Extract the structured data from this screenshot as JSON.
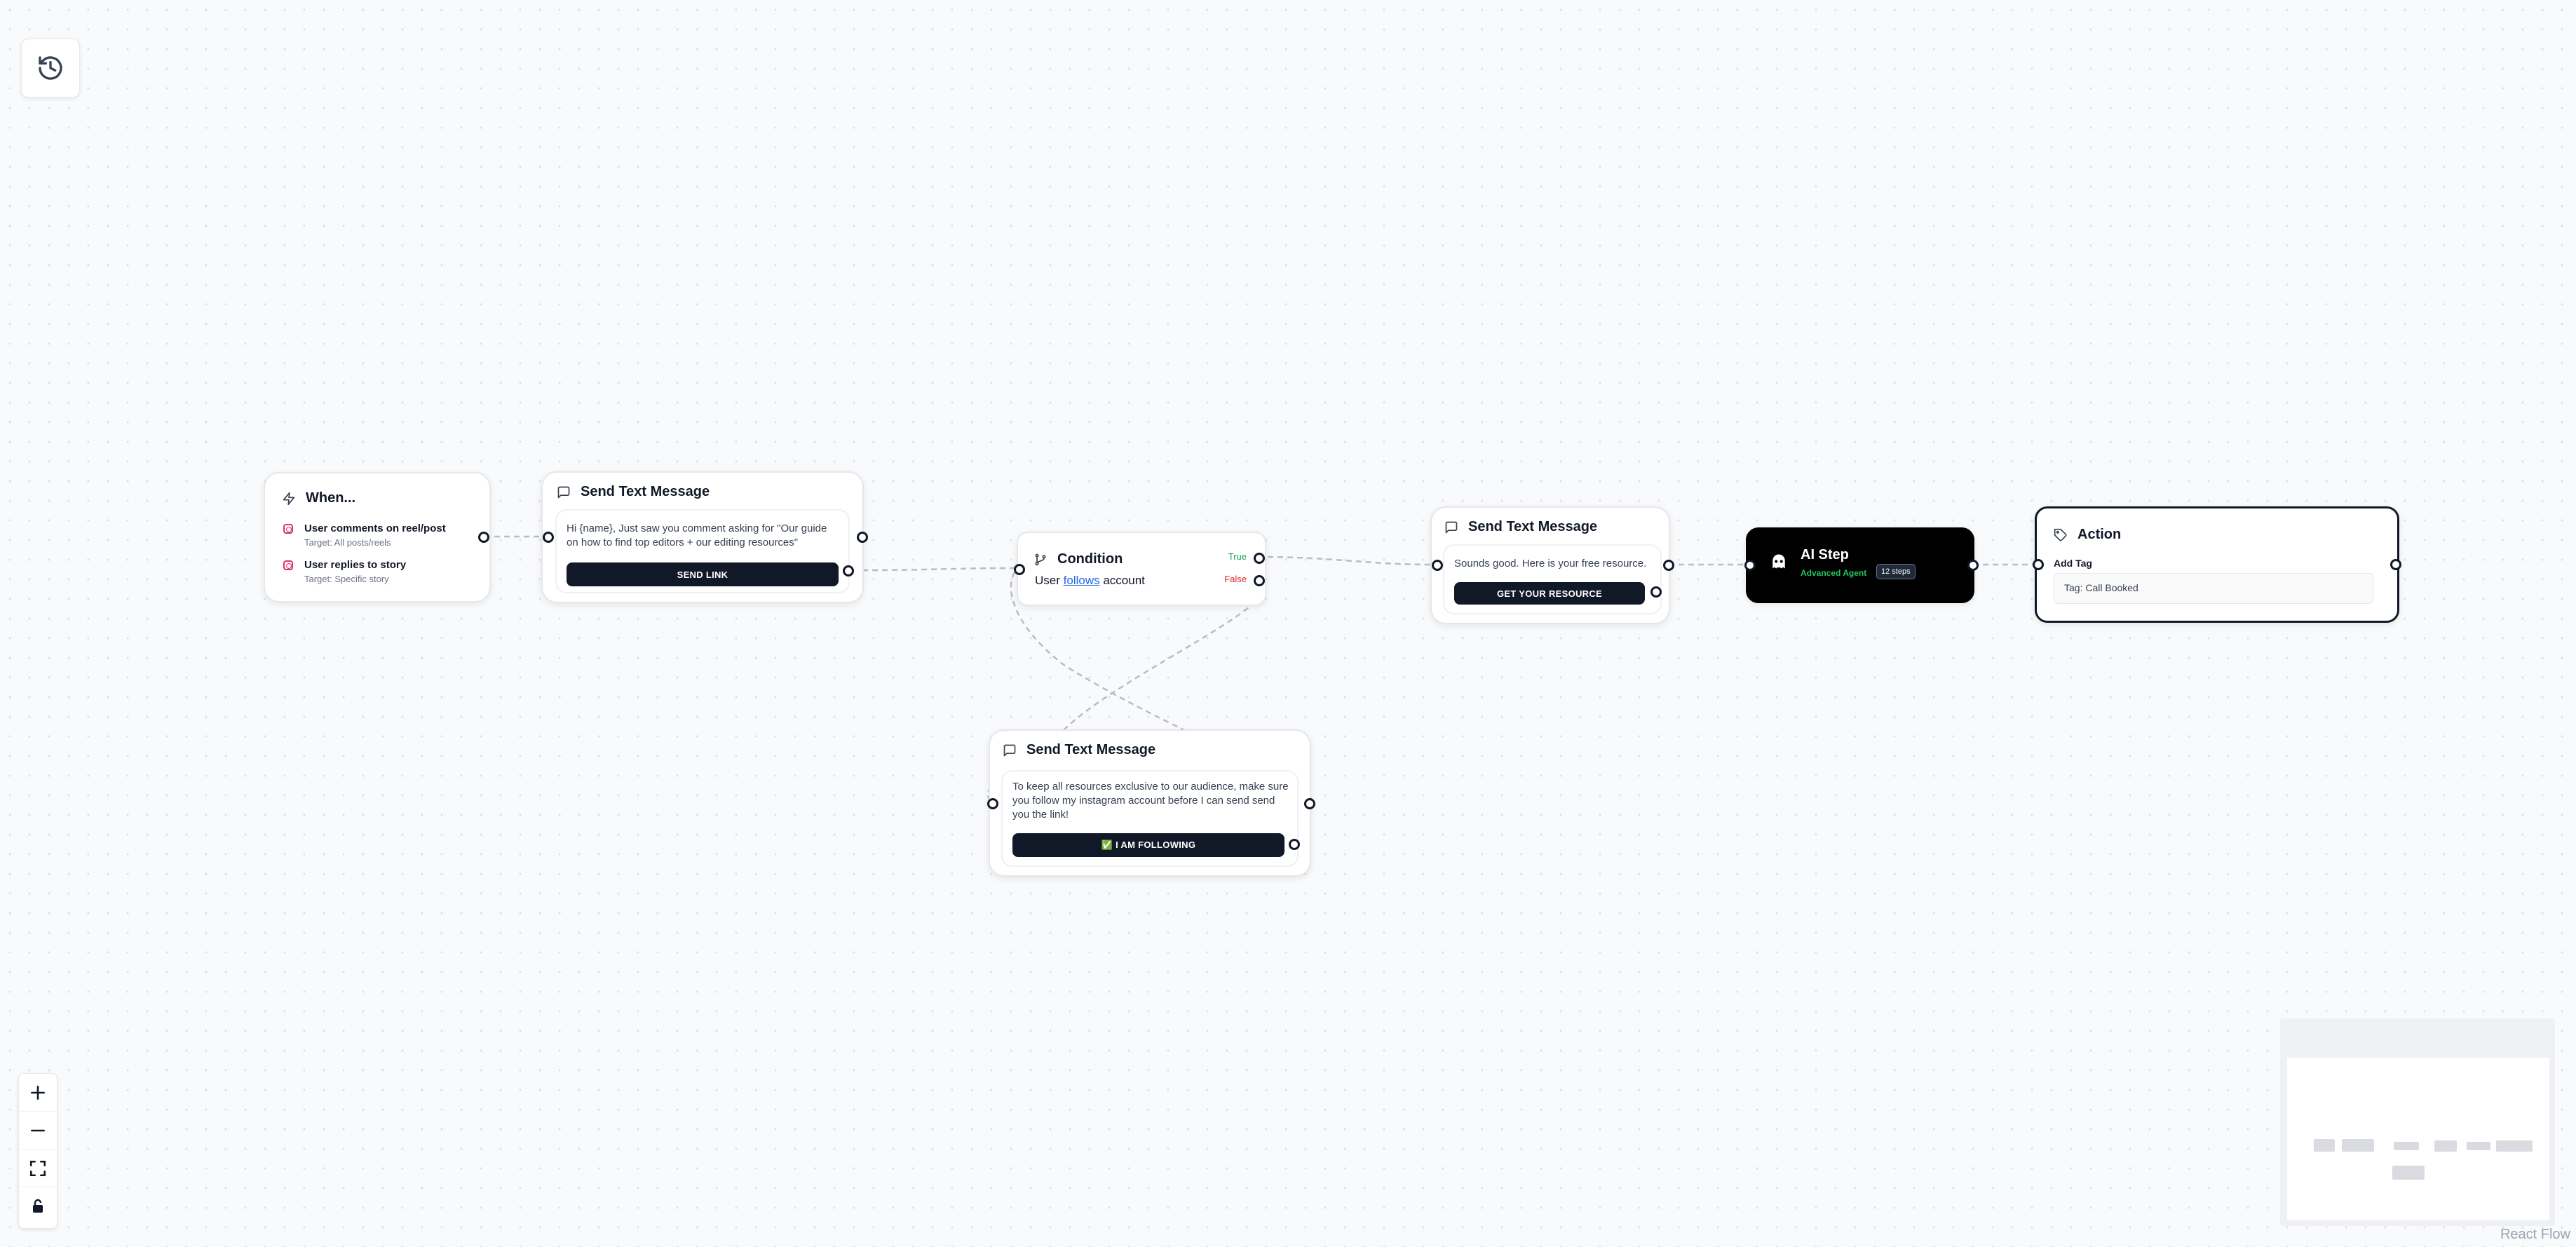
{
  "canvas": {
    "history_icon": "history-icon"
  },
  "trigger_node": {
    "title": "When...",
    "icon": "zap-icon",
    "items": [
      {
        "label": "User comments on reel/post",
        "target": "Target: All posts/reels",
        "icon": "instagram-icon"
      },
      {
        "label": "User replies to story",
        "target": "Target: Specific story",
        "icon": "instagram-icon"
      }
    ]
  },
  "send_text_1": {
    "title": "Send Text Message",
    "icon": "message-square-icon",
    "message": "Hi {name}, Just saw you comment asking for \"Our guide on how to find top editors + our editing resources\"",
    "button_label": "SEND LINK"
  },
  "condition_node": {
    "title": "Condition",
    "icon": "git-branch-icon",
    "text_before": "User",
    "link_text": "follows",
    "text_after": "account",
    "true_label": "True",
    "false_label": "False"
  },
  "send_text_2": {
    "title": "Send Text Message",
    "icon": "message-square-icon",
    "message": "Sounds good. Here is your free resource.",
    "button_label": "GET YOUR RESOURCE"
  },
  "ai_step": {
    "title": "AI Step",
    "icon": "bot-icon",
    "subtitle": "Advanced Agent",
    "steps_badge": "12 steps"
  },
  "action_node": {
    "title": "Action",
    "icon": "tag-icon",
    "label": "Add Tag",
    "tag_value": "Tag: Call Booked"
  },
  "send_text_3": {
    "title": "Send Text Message",
    "icon": "message-square-icon",
    "message": "To keep all resources exclusive to our audience, make sure you follow my instagram account before I can send send you the link!",
    "button_label": "✅ I AM FOLLOWING"
  },
  "controls": {
    "zoom_in": "plus-icon",
    "zoom_out": "minus-icon",
    "fit_view": "fit-view-icon",
    "lock": "lock-icon"
  },
  "attribution": "React Flow",
  "colors": {
    "true": "#16a34a",
    "false": "#dc2626",
    "advanced_agent": "#22c55e",
    "link": "#2563eb",
    "dark": "#111827"
  }
}
